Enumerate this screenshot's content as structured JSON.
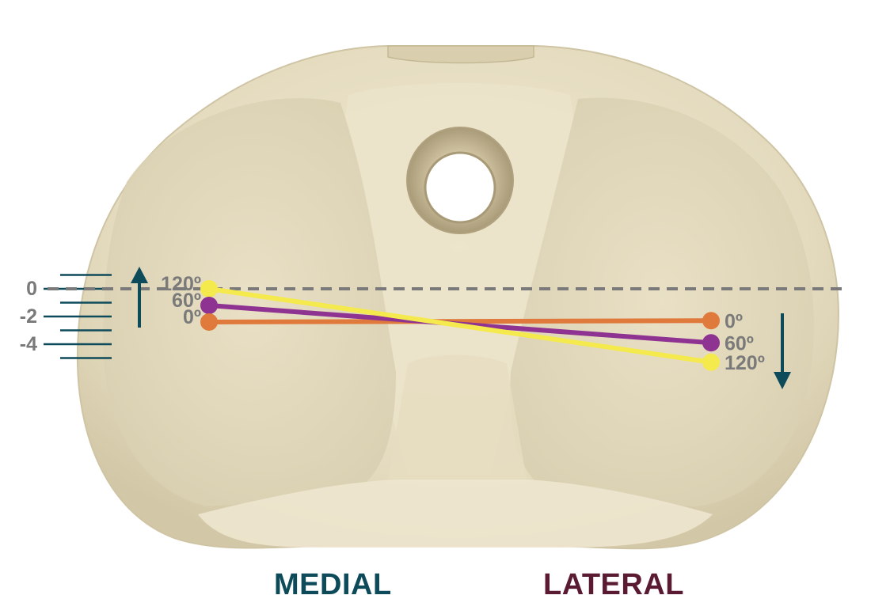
{
  "scale": {
    "labels": [
      "0",
      "-2",
      "-4"
    ],
    "color": "#0d4a5a",
    "label_color": "#7a7a7a"
  },
  "medial": {
    "label": "MEDIAL",
    "color": "#0d4a5a",
    "arrow_direction": "up",
    "points": [
      {
        "angle": "120º",
        "offset": 0.0,
        "color": "#f5ea4d"
      },
      {
        "angle": "60º",
        "offset": -1.2,
        "color": "#8e3391"
      },
      {
        "angle": "0º",
        "offset": -2.4,
        "color": "#e07a3c"
      }
    ]
  },
  "lateral": {
    "label": "LATERAL",
    "color": "#5a1a32",
    "arrow_direction": "down",
    "points": [
      {
        "angle": "0º",
        "offset": -2.3,
        "color": "#e07a3c"
      },
      {
        "angle": "60º",
        "offset": -3.9,
        "color": "#8e3391"
      },
      {
        "angle": "120º",
        "offset": -5.3,
        "color": "#f5ea4d"
      }
    ]
  },
  "lines": [
    {
      "name": "0º",
      "color": "#e07a3c"
    },
    {
      "name": "60º",
      "color": "#8e3391"
    },
    {
      "name": "120º",
      "color": "#f5ea4d"
    }
  ],
  "reference_line_color": "#7a7a7a",
  "insert_color": "#e8dfc4"
}
